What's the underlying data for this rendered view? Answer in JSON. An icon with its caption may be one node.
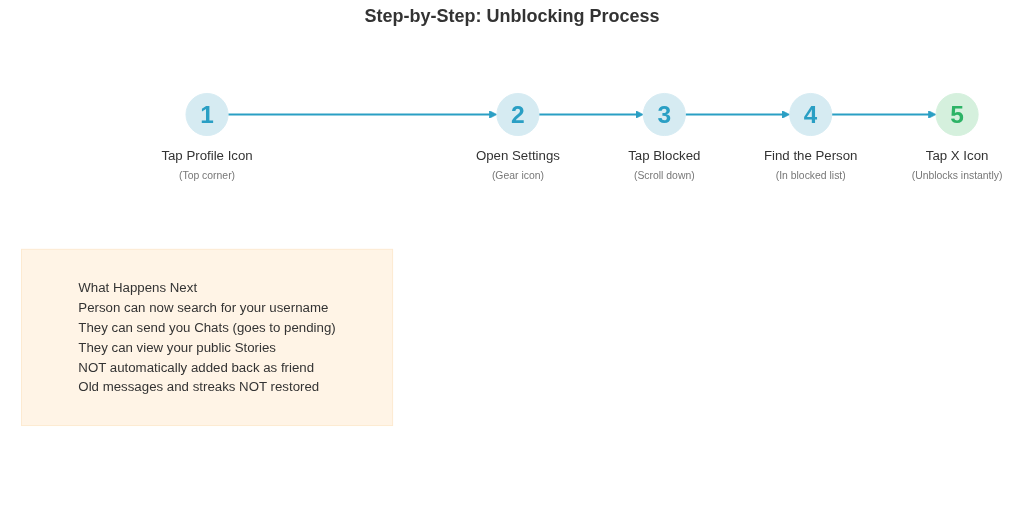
{
  "diagram": {
    "title": "Step-by-Step: Unblocking Process",
    "nodes": [
      {
        "text": [
          "1"
        ],
        "beside": [
          "Tap Profile Icon",
          "(Top corner)"
        ]
      },
      {
        "text": [
          "2"
        ],
        "beside": [
          "Open Settings",
          "(Gear icon)"
        ]
      },
      {
        "text": [
          "3"
        ],
        "beside": [
          "Tap Blocked",
          "(Scroll down)"
        ]
      },
      {
        "text": [
          "4"
        ],
        "beside": [
          "Find the Person",
          "(In blocked list)"
        ]
      },
      {
        "text": [
          "5"
        ],
        "beside": [
          "Tap X Icon",
          "(Unblocks instantly)"
        ]
      },
      {
        "text": [
          "What Happens Next",
          "Person can now search for your username",
          "They can send you Chats (goes to pending)",
          "They can view your public Stories",
          "NOT automatically added back as friend",
          "Old messages and streaks NOT restored"
        ]
      }
    ],
    "edges": [
      {
        "from": 0,
        "to": 1,
        "arrow": "to"
      },
      {
        "from": 1,
        "to": 2,
        "arrow": "to"
      },
      {
        "from": 2,
        "to": 3,
        "arrow": "to"
      },
      {
        "from": 3,
        "to": 4,
        "arrow": "to"
      }
    ]
  }
}
